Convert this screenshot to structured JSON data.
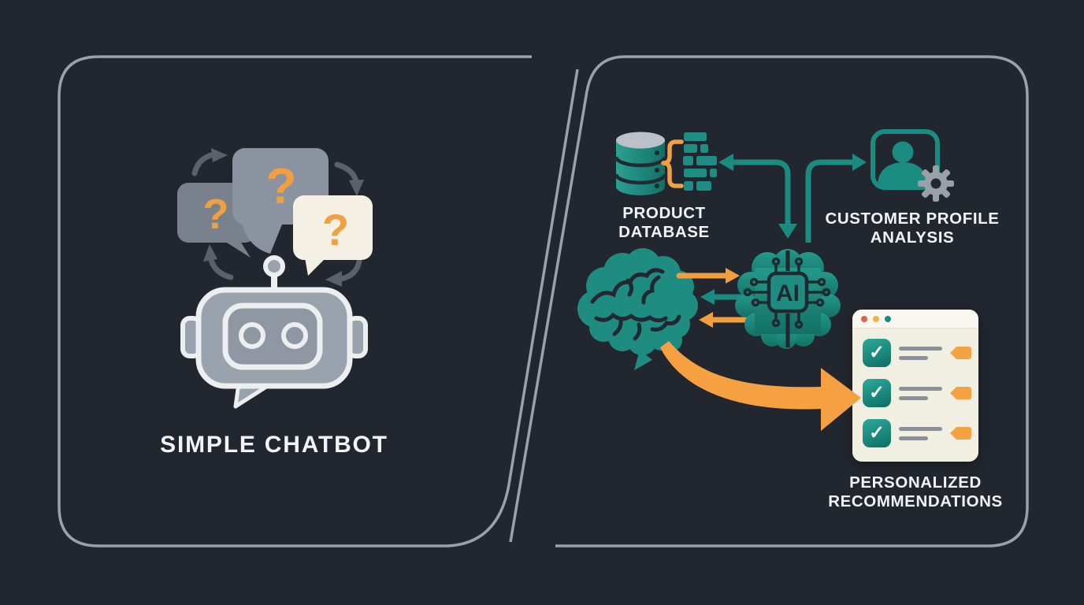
{
  "panels": {
    "left": {
      "title": "SIMPLE CHATBOT"
    },
    "right": {
      "product_database_label": "PRODUCT DATABASE",
      "customer_profile_label": "CUSTOMER PROFILE ANALYSIS",
      "ai_chip_label": "AI",
      "recommendations_label": "PERSONALIZED RECOMMENDATIONS"
    }
  },
  "icons": {
    "question_mark": "?",
    "checkmark": "✓"
  },
  "colors": {
    "background": "#22262e",
    "panel_border": "#9aa1ab",
    "teal": "#1b8c81",
    "teal_dark": "#0e6e63",
    "orange": "#f2a240",
    "cream": "#f1eee2",
    "bubble_gray": "#8b93a0",
    "bubble_gray_dark": "#79818d",
    "robot_gray": "#9aa2ad",
    "cycle_arrow_gray": "#5a616c",
    "gear_gray": "#99a0a8",
    "text": "#f2f3f5"
  }
}
